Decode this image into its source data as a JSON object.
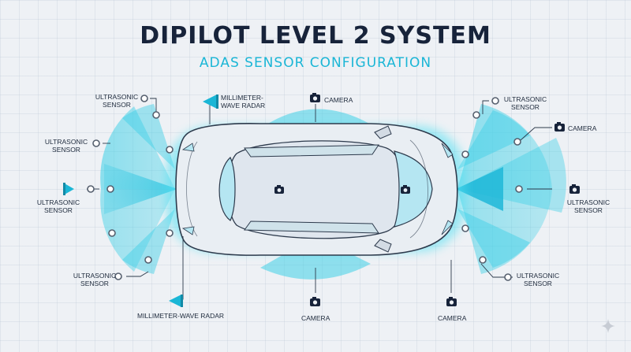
{
  "header": {
    "title": "DIPILOT LEVEL 2 SYSTEM",
    "subtitle": "ADAS SENSOR CONFIGURATION"
  },
  "labels": {
    "ultrasonic_sensor_1": "ULTRASONIC SENSOR",
    "mmwave_radar_front": "MILLIMETER-WAVE RADAR",
    "camera_top": "CAMERA",
    "ultrasonic_sensor_2": "ULTRASONIC SENSOR",
    "ultrasonic_sensor_3": "ULTRASONIC SENSOR",
    "ultrasonic_sensor_4": "ULTRASONIC SENSOR",
    "mmwave_radar_bottom": "MILLIMETER-WAVE RADAR",
    "camera_bottom": "CAMERA",
    "camera_bottom_right": "CAMERA",
    "ultrasonic_sensor_5": "ULTRASONIC SENSOR",
    "camera_right": "CAMERA",
    "ultrasonic_sensor_6": "ULTRASONIC SENSOR",
    "ultrasonic_sensor_7": "ULTRASONIC SENSOR"
  },
  "colors": {
    "accent": "#1ab6d6",
    "title": "#17233a",
    "coverage": "#33cde6"
  },
  "icons": [
    "camera-icon",
    "radar-icon",
    "ultrasonic-sensor-icon",
    "sparkle-icon"
  ]
}
